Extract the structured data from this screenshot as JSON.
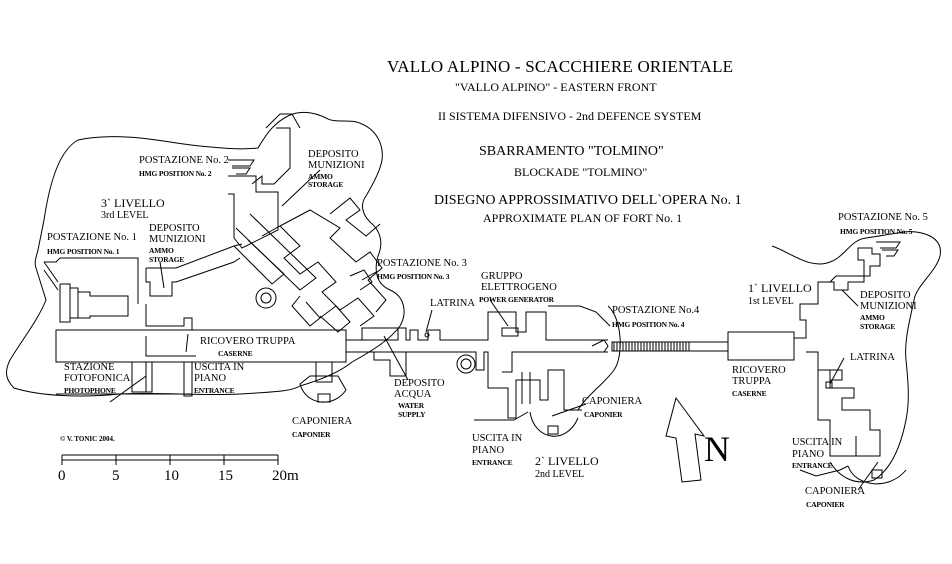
{
  "header": {
    "title": "VALLO ALPINO - SCACCHIERE ORIENTALE",
    "subtitle": "\"VALLO ALPINO\" - EASTERN FRONT",
    "system": "II SISTEMA DIFENSIVO - 2nd DEFENCE SYSTEM",
    "blockade_it": "SBARRAMENTO \"TOLMINO\"",
    "blockade_en": "BLOCKADE \"TOLMINO\"",
    "plan_it": "DISEGNO APPROSSIMATIVO DELL`OPERA No. 1",
    "plan_en": "APPROXIMATE PLAN OF  FORT No. 1"
  },
  "levels": [
    {
      "it": "3` LIVELLO",
      "en": "3rd LEVEL"
    },
    {
      "it": "2` LIVELLO",
      "en": "2nd LEVEL"
    },
    {
      "it": "1` LIVELLO",
      "en": "1st LEVEL"
    }
  ],
  "positions": [
    {
      "it": "POSTAZIONE No. 1",
      "en": "HMG POSITION No. 1"
    },
    {
      "it": "POSTAZIONE No. 2",
      "en": "HMG POSITION No. 2"
    },
    {
      "it": "POSTAZIONE No. 3",
      "en": "HMG POSITION No. 3"
    },
    {
      "it": "POSTAZIONE No.4",
      "en": "HMG POSITION No. 4"
    },
    {
      "it": "POSTAZIONE No. 5",
      "en": "HMG POSITION No. 5"
    }
  ],
  "rooms": {
    "ammo_left": {
      "it1": "DEPOSITO",
      "it2": "MUNIZIONI",
      "en1": "AMMO",
      "en2": "STORAGE"
    },
    "ammo_top": {
      "it1": "DEPOSITO",
      "it2": "MUNIZIONI",
      "en1": "AMMO",
      "en2": "STORAGE"
    },
    "ammo_right": {
      "it1": "DEPOSITO",
      "it2": "MUNIZIONI",
      "en1": "AMMO",
      "en2": "STORAGE"
    },
    "barracks_left": {
      "it": "RICOVERO TRUPPA",
      "en": "CASERNE"
    },
    "barracks_right": {
      "it1": "RICOVERO",
      "it2": "TRUPPA",
      "en": "CASERNE"
    },
    "photophone": {
      "it1": "STAZIONE",
      "it2": "FOTOFONICA",
      "en": "PHOTOPHONE"
    },
    "entrance_left": {
      "it1": "USCITA IN",
      "it2": "PIANO",
      "en": "ENTRANCE"
    },
    "entrance_mid": {
      "it1": "USCITA IN",
      "it2": "PIANO",
      "en": "ENTRANCE"
    },
    "entrance_right": {
      "it1": "USCITA IN",
      "it2": "PIANO",
      "en": "ENTRANCE"
    },
    "caponier_left": {
      "it": "CAPONIERA",
      "en": "CAPONIER"
    },
    "caponier_mid": {
      "it": "CAPONIERA",
      "en": "CAPONIER"
    },
    "caponier_right": {
      "it": "CAPONIERA",
      "en": "CAPONIER"
    },
    "latrine_mid": {
      "it": "LATRINA"
    },
    "latrine_right": {
      "it": "LATRINA"
    },
    "water": {
      "it1": "DEPOSITO",
      "it2": "ACQUA",
      "en1": "WATER",
      "en2": "SUPPLY"
    },
    "generator": {
      "it1": "GRUPPO",
      "it2": "ELETTROGENO",
      "en": "POWER GENERATOR"
    }
  },
  "copyright": "© V. TONIC 2004.",
  "scale_bar": {
    "ticks": [
      "0",
      "5",
      "10",
      "15",
      "20m"
    ],
    "unit": "m",
    "max": 20
  },
  "north": {
    "label": "N",
    "icon": "north-arrow-icon"
  }
}
